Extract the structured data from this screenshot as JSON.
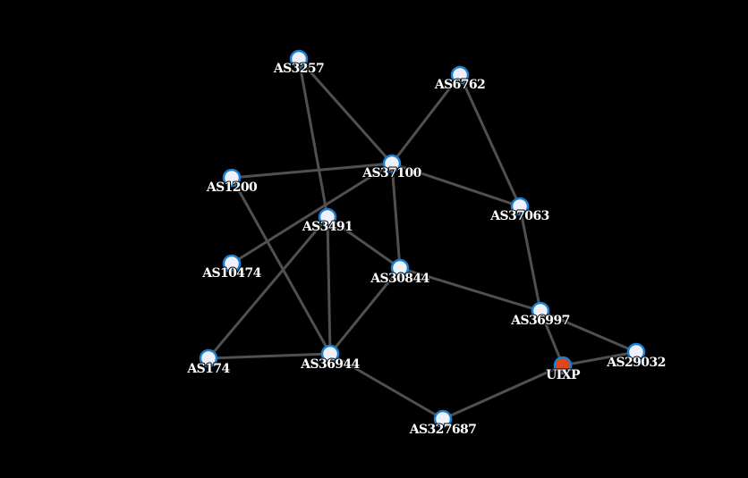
{
  "graph": {
    "colors": {
      "background": "#000000",
      "edge": "#505050",
      "node_fill": "#eef1fb",
      "node_stroke": "#1a7fd0",
      "highlight_fill": "#e0451b",
      "label": "#ffffff"
    },
    "nodes": [
      {
        "id": "AS3257",
        "label": "AS3257",
        "kind": "as-node"
      },
      {
        "id": "AS6762",
        "label": "AS6762",
        "kind": "as-node"
      },
      {
        "id": "AS37100",
        "label": "AS37100",
        "kind": "as-node"
      },
      {
        "id": "AS1200",
        "label": "AS1200",
        "kind": "as-node"
      },
      {
        "id": "AS37063",
        "label": "AS37063",
        "kind": "as-node"
      },
      {
        "id": "AS3491",
        "label": "AS3491",
        "kind": "as-node"
      },
      {
        "id": "AS10474",
        "label": "AS10474",
        "kind": "as-node"
      },
      {
        "id": "AS30844",
        "label": "AS30844",
        "kind": "as-node"
      },
      {
        "id": "AS36997",
        "label": "AS36997",
        "kind": "as-node"
      },
      {
        "id": "AS174",
        "label": "AS174",
        "kind": "as-node"
      },
      {
        "id": "AS36944",
        "label": "AS36944",
        "kind": "as-node"
      },
      {
        "id": "UIXP",
        "label": "UIXP",
        "kind": "ixp-node"
      },
      {
        "id": "AS29032",
        "label": "AS29032",
        "kind": "as-node"
      },
      {
        "id": "AS327687",
        "label": "AS327687",
        "kind": "as-node"
      }
    ],
    "edges": [
      {
        "from": "AS3257",
        "to": "AS37100"
      },
      {
        "from": "AS3257",
        "to": "AS3491"
      },
      {
        "from": "AS6762",
        "to": "AS37100"
      },
      {
        "from": "AS6762",
        "to": "AS37063"
      },
      {
        "from": "AS1200",
        "to": "AS37100"
      },
      {
        "from": "AS1200",
        "to": "AS36944"
      },
      {
        "from": "AS37100",
        "to": "AS37063"
      },
      {
        "from": "AS37100",
        "to": "AS30844"
      },
      {
        "from": "AS37100",
        "to": "AS10474"
      },
      {
        "from": "AS3491",
        "to": "AS30844"
      },
      {
        "from": "AS3491",
        "to": "AS36944"
      },
      {
        "from": "AS3491",
        "to": "AS174"
      },
      {
        "from": "AS30844",
        "to": "AS36944"
      },
      {
        "from": "AS30844",
        "to": "AS36997"
      },
      {
        "from": "AS37063",
        "to": "AS36997"
      },
      {
        "from": "AS36997",
        "to": "UIXP"
      },
      {
        "from": "AS36997",
        "to": "AS29032"
      },
      {
        "from": "UIXP",
        "to": "AS29032"
      },
      {
        "from": "UIXP",
        "to": "AS327687"
      },
      {
        "from": "AS174",
        "to": "AS36944"
      },
      {
        "from": "AS36944",
        "to": "AS327687"
      }
    ]
  }
}
